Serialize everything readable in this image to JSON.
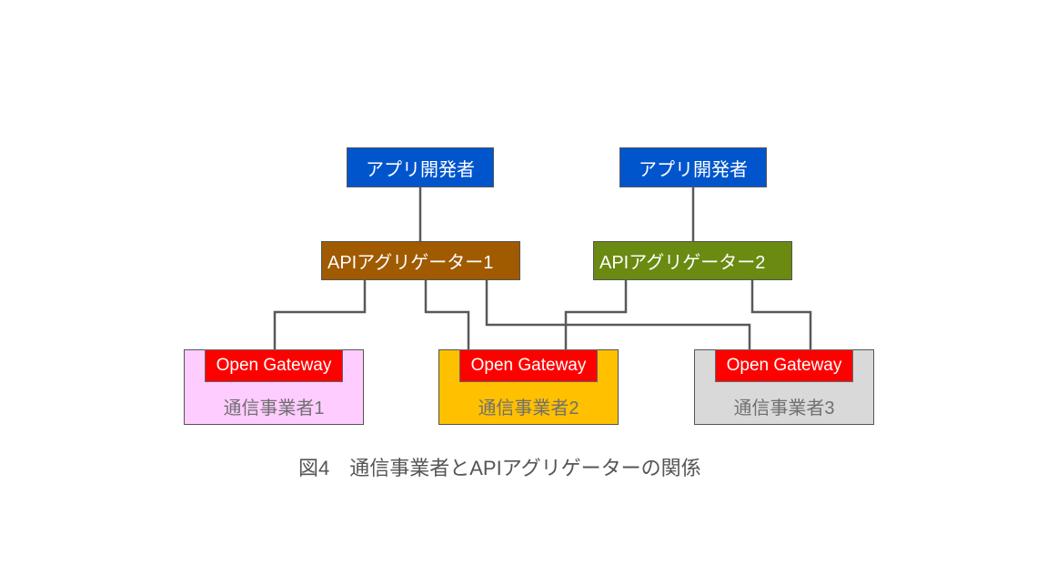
{
  "diagram": {
    "developers": [
      {
        "label": "アプリ開発者",
        "color": "#0055CC"
      },
      {
        "label": "アプリ開発者",
        "color": "#0055CC"
      }
    ],
    "aggregators": [
      {
        "label": "APIアグリゲーター1",
        "color": "#A05A00"
      },
      {
        "label": "APIアグリゲーター2",
        "color": "#6A8A12"
      }
    ],
    "carriers": [
      {
        "label": "通信事業者1",
        "color": "#FFCCFF",
        "gateway": "Open Gateway"
      },
      {
        "label": "通信事業者2",
        "color": "#FFC000",
        "gateway": "Open Gateway"
      },
      {
        "label": "通信事業者3",
        "color": "#D9D9D9",
        "gateway": "Open Gateway"
      }
    ],
    "gateway_color": "#FF0000",
    "line_color": "#595959",
    "connections": [
      {
        "from": "アプリ開発者 (1)",
        "to": "APIアグリゲーター1"
      },
      {
        "from": "アプリ開発者 (2)",
        "to": "APIアグリゲーター2"
      },
      {
        "from": "APIアグリゲーター1",
        "to": "通信事業者1"
      },
      {
        "from": "APIアグリゲーター1",
        "to": "通信事業者2"
      },
      {
        "from": "APIアグリゲーター1",
        "to": "通信事業者3"
      },
      {
        "from": "APIアグリゲーター2",
        "to": "通信事業者2"
      },
      {
        "from": "APIアグリゲーター2",
        "to": "通信事業者3"
      }
    ]
  },
  "caption": "図4　通信事業者とAPIアグリゲーターの関係"
}
